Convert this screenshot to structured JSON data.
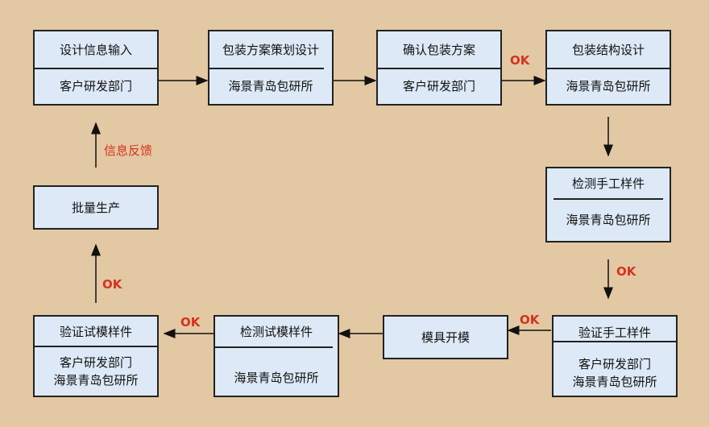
{
  "nodes": {
    "n1": {
      "title": "设计信息输入",
      "sub": [
        "客户研发部门"
      ]
    },
    "n2": {
      "title": "包装方案策划设计",
      "sub": [
        "海景青岛包研所"
      ]
    },
    "n3": {
      "title": "确认包装方案",
      "sub": [
        "客户研发部门"
      ]
    },
    "n4": {
      "title": "包装结构设计",
      "sub": [
        "海景青岛包研所"
      ]
    },
    "n5": {
      "title": "检测手工样件",
      "sub": [
        "海景青岛包研所"
      ]
    },
    "n6": {
      "title": "批量生产"
    },
    "n7": {
      "title": "验证试模样件",
      "sub": [
        "客户研发部门",
        "海景青岛包研所"
      ]
    },
    "n8": {
      "title": "检测试模样件",
      "sub": [
        "海景青岛包研所"
      ]
    },
    "n9": {
      "title": "模具开模"
    },
    "n10": {
      "title": "验证手工样件",
      "sub": [
        "客户研发部门",
        "海景青岛包研所"
      ]
    }
  },
  "labels": {
    "ok": "OK",
    "feedback": "信息反馈"
  },
  "colors": {
    "background": "#e2c8a3",
    "box": "#dde9f6",
    "accent": "#d6321e"
  }
}
